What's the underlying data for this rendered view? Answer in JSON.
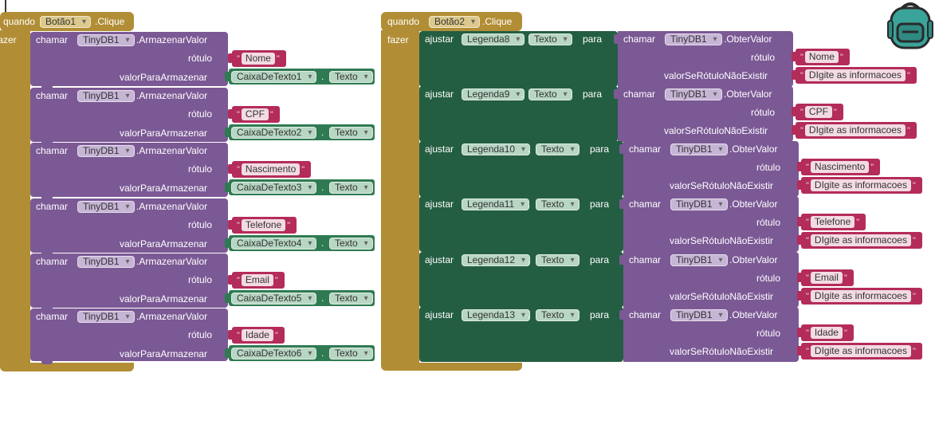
{
  "event1": {
    "kw_when": "quando",
    "component": "Botão1",
    "event": ".Clique",
    "kw_do": "fazer",
    "call_kw": "chamar",
    "db": "TinyDB1",
    "method": ".ArmazenarValor",
    "tag_label": "rótulo",
    "value_label": "valorParaArmazenar",
    "prop_dot": ".",
    "rows": [
      {
        "tag": "Nome",
        "textbox": "CaixaDeTexto1",
        "prop": "Texto"
      },
      {
        "tag": "CPF",
        "textbox": "CaixaDeTexto2",
        "prop": "Texto"
      },
      {
        "tag": "Nascimento",
        "textbox": "CaixaDeTexto3",
        "prop": "Texto"
      },
      {
        "tag": "Telefone",
        "textbox": "CaixaDeTexto4",
        "prop": "Texto"
      },
      {
        "tag": "Email",
        "textbox": "CaixaDeTexto5",
        "prop": "Texto"
      },
      {
        "tag": "Idade",
        "textbox": "CaixaDeTexto6",
        "prop": "Texto"
      }
    ]
  },
  "event2": {
    "kw_when": "quando",
    "component": "Botão2",
    "event": ".Clique",
    "kw_do": "fazer",
    "set_kw": "ajustar",
    "prop_dot": ".",
    "prop": "Texto",
    "to_kw": "para",
    "call_kw": "chamar",
    "db": "TinyDB1",
    "method": ".ObterValor",
    "tag_label": "rótulo",
    "default_label": "valorSeRótuloNãoExistir",
    "default_text": "DIgite as informacoes",
    "rows": [
      {
        "label": "Legenda8",
        "tag": "Nome"
      },
      {
        "label": "Legenda9",
        "tag": "CPF"
      },
      {
        "label": "Legenda10",
        "tag": "Nascimento"
      },
      {
        "label": "Legenda11",
        "tag": "Telefone"
      },
      {
        "label": "Legenda12",
        "tag": "Email"
      },
      {
        "label": "Legenda13",
        "tag": "Idade"
      }
    ]
  },
  "quote": "\"",
  "colors": {
    "event": "#b18e35",
    "procedure": "#7b5995",
    "component": "#2f7a52",
    "setter": "#245e42",
    "text": "#b42c5a",
    "backpack": "#3aa39a"
  },
  "icons": {
    "backpack": "backpack-icon"
  }
}
